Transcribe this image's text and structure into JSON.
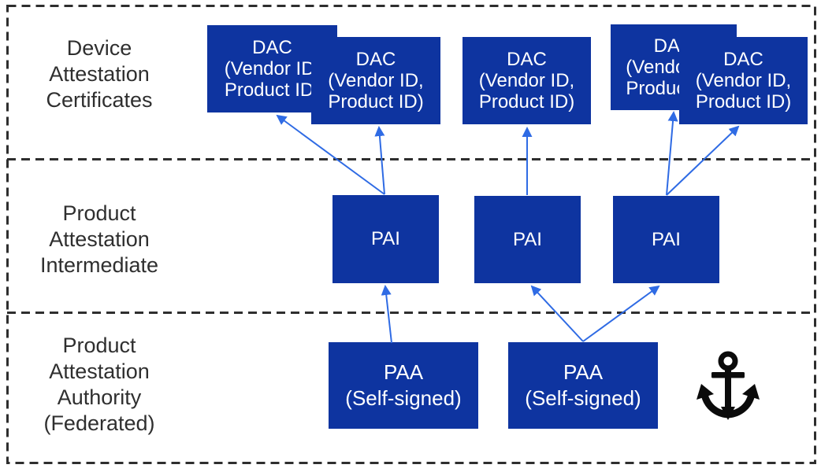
{
  "diagram": {
    "type": "certificate-hierarchy",
    "layers": [
      {
        "id": "device-attestation-certificates",
        "label": "Device\nAttestation\nCertificates",
        "nodes": [
          {
            "id": "dac-1",
            "label": "DAC\n(Vendor ID,\nProduct ID)"
          },
          {
            "id": "dac-2",
            "label": "DAC\n(Vendor ID,\nProduct ID)"
          },
          {
            "id": "dac-3",
            "label": "DAC\n(Vendor ID,\nProduct ID)"
          },
          {
            "id": "dac-4",
            "label": "DAC\n(Vendor ID,\nProduct ID)"
          },
          {
            "id": "dac-5",
            "label": "DAC\n(Vendor ID,\nProduct ID)"
          }
        ]
      },
      {
        "id": "product-attestation-intermediate",
        "label": "Product\nAttestation\nIntermediate",
        "nodes": [
          {
            "id": "pai-1",
            "label": "PAI"
          },
          {
            "id": "pai-2",
            "label": "PAI"
          },
          {
            "id": "pai-3",
            "label": "PAI"
          }
        ]
      },
      {
        "id": "product-attestation-authority",
        "label": "Product\nAttestation\nAuthority\n(Federated)",
        "nodes": [
          {
            "id": "paa-1",
            "label": "PAA\n(Self-signed)"
          },
          {
            "id": "paa-2",
            "label": "PAA\n(Self-signed)"
          }
        ]
      }
    ],
    "edges": [
      {
        "from": "paa-1",
        "to": "pai-1"
      },
      {
        "from": "paa-2",
        "to": "pai-2"
      },
      {
        "from": "paa-2",
        "to": "pai-3"
      },
      {
        "from": "pai-1",
        "to": "dac-1"
      },
      {
        "from": "pai-1",
        "to": "dac-2"
      },
      {
        "from": "pai-2",
        "to": "dac-3"
      },
      {
        "from": "pai-3",
        "to": "dac-4"
      },
      {
        "from": "pai-3",
        "to": "dac-5"
      }
    ],
    "icons": [
      {
        "name": "anchor-icon",
        "glyph": "⚓"
      }
    ],
    "colors": {
      "node_fill": "#0E34A0",
      "node_text": "#FFFFFF",
      "arrow": "#2F6BE4",
      "dashed_line": "#2E2E2E",
      "layer_label_text": "#2F2F2F",
      "anchor": "#0B0B0B",
      "background": "#FFFFFF"
    }
  }
}
